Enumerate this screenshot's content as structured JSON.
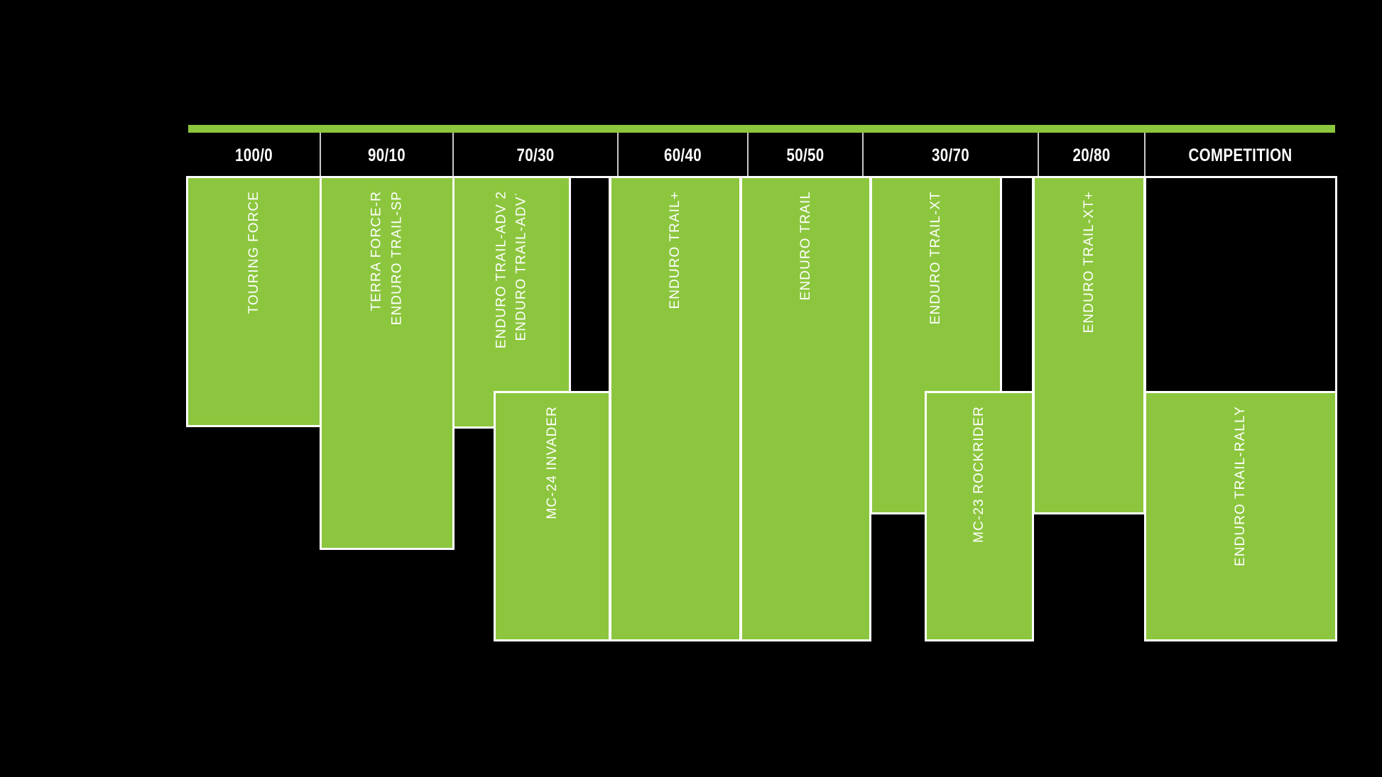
{
  "chart_data": {
    "type": "bar",
    "title": "",
    "subtitle": "",
    "xlabel": "",
    "ylabel": "",
    "grid": false,
    "legend": "none",
    "accent_color": "#8CC63E",
    "background_color": "#000000",
    "outline_color": "#FFFFFF",
    "divider_color": "#C9C9C9",
    "axis_note": "Horizontal axis = on-road / off-road usage ratio categories; vertical extent of each green block indicates the product's coverage span across that ratio.",
    "categories": [
      "100/0",
      "90/10",
      "70/30",
      "60/40",
      "50/50",
      "30/70",
      "20/80",
      "COMPETITION"
    ],
    "products": [
      {
        "name": "TOURING FORCE",
        "labels": [
          "TOURING FORCE"
        ],
        "span_categories": [
          "100/0"
        ],
        "top_pct": 0,
        "bottom_pct": 54
      },
      {
        "name": "TERRA FORCE-R / ENDURO TRAIL-SP",
        "labels": [
          "TERRA FORCE-R",
          "ENDURO TRAIL-SP"
        ],
        "span_categories": [
          "90/10"
        ],
        "top_pct": 0,
        "bottom_pct": 100
      },
      {
        "name": "ENDURO TRAIL-ADV 2 / ENDURO TRAIL-ADV*",
        "labels": [
          "ENDURO TRAIL-ADV 2",
          "ENDURO TRAIL-ADV˙"
        ],
        "span_categories": [
          "70/30"
        ],
        "top_pct": 0,
        "bottom_pct": 54
      },
      {
        "name": "MC-24 INVADER",
        "labels": [
          "MC-24 INVADER"
        ],
        "span_categories": [
          "70/30",
          "60/40"
        ],
        "top_pct": 46,
        "bottom_pct": 100
      },
      {
        "name": "ENDURO TRAIL+",
        "labels": [
          "ENDURO TRAIL+"
        ],
        "span_categories": [
          "60/40"
        ],
        "top_pct": 0,
        "bottom_pct": 100
      },
      {
        "name": "ENDURO TRAIL",
        "labels": [
          "ENDURO TRAIL"
        ],
        "span_categories": [
          "50/50"
        ],
        "top_pct": 0,
        "bottom_pct": 100
      },
      {
        "name": "ENDURO TRAIL-XT",
        "labels": [
          "ENDURO TRAIL-XT"
        ],
        "span_categories": [
          "30/70"
        ],
        "top_pct": 0,
        "bottom_pct": 72
      },
      {
        "name": "MC-23 ROCKRIDER",
        "labels": [
          "MC-23 ROCKRIDER"
        ],
        "span_categories": [
          "30/70",
          "20/80"
        ],
        "top_pct": 46,
        "bottom_pct": 100
      },
      {
        "name": "ENDURO TRAIL-XT+",
        "labels": [
          "ENDURO TRAIL-XT+"
        ],
        "span_categories": [
          "20/80"
        ],
        "top_pct": 0,
        "bottom_pct": 72
      },
      {
        "name": "ENDURO TRAIL-RALLY",
        "labels": [
          "ENDURO TRAIL-RALLY"
        ],
        "span_categories": [
          "COMPETITION"
        ],
        "top_pct": 46,
        "bottom_pct": 100
      }
    ],
    "empty_blocks": [
      {
        "name": "gap-70-30-right",
        "note": "black outlined void right of ENDURO TRAIL-ADV column"
      },
      {
        "name": "gap-30-70-right",
        "note": "black outlined void right of ENDURO TRAIL-XT column"
      },
      {
        "name": "competition-upper-void",
        "note": "black outlined void above ENDURO TRAIL-RALLY"
      }
    ]
  },
  "header": {
    "cells": [
      {
        "label": "100/0"
      },
      {
        "label": "90/10"
      },
      {
        "label": "70/30"
      },
      {
        "label": "60/40"
      },
      {
        "label": "50/50"
      },
      {
        "label": "30/70"
      },
      {
        "label": "20/80"
      },
      {
        "label": "COMPETITION"
      }
    ]
  },
  "bars": {
    "touring_force": "TOURING FORCE",
    "terra_force_r": "TERRA FORCE-R",
    "enduro_trail_sp": "ENDURO TRAIL-SP",
    "enduro_trail_adv2": "ENDURO TRAIL-ADV 2",
    "enduro_trail_adv": "ENDURO TRAIL-ADV˙",
    "mc24_invader": "MC-24 INVADER",
    "enduro_trail_plus": "ENDURO TRAIL+",
    "enduro_trail": "ENDURO TRAIL",
    "enduro_trail_xt": "ENDURO TRAIL-XT",
    "mc23_rockrider": "MC-23 ROCKRIDER",
    "enduro_trail_xt_plus": "ENDURO TRAIL-XT+",
    "enduro_trail_rally": "ENDURO TRAIL-RALLY"
  }
}
